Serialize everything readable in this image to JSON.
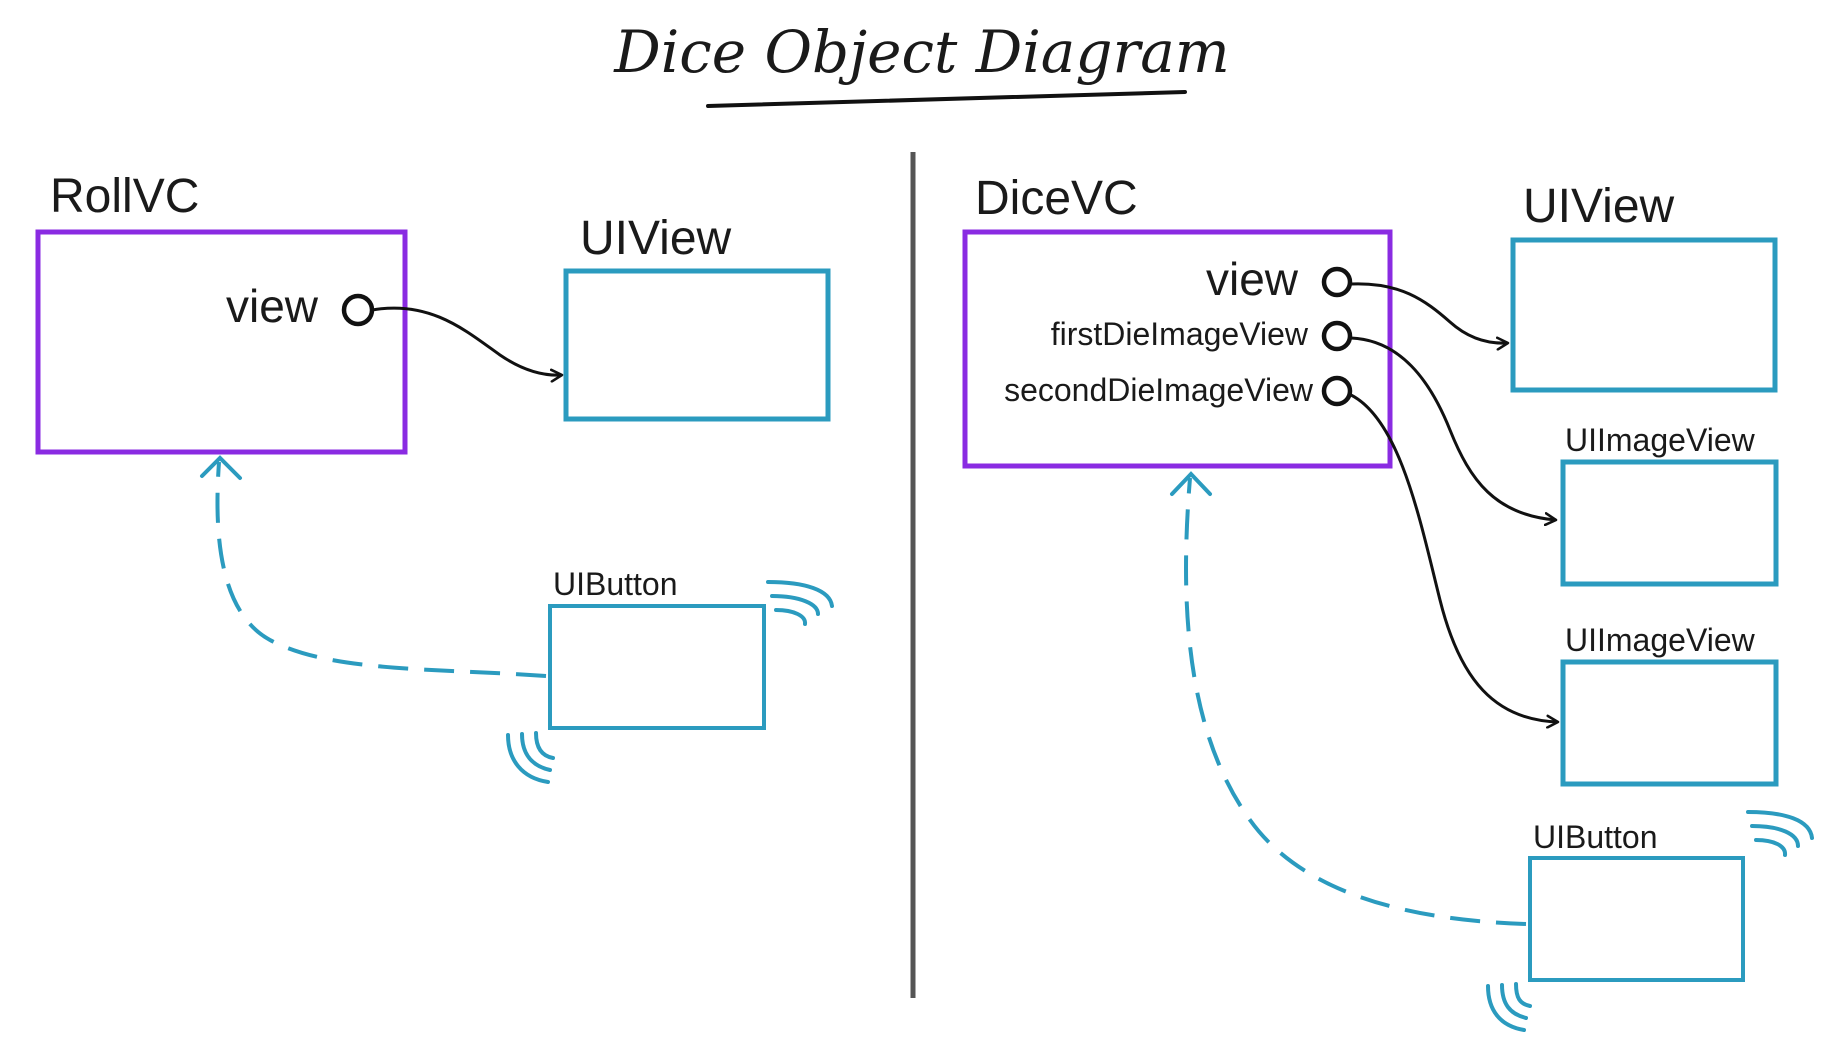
{
  "title": "Dice Object Diagram",
  "colors": {
    "controller_box": "#8a2be2",
    "view_box": "#2b9bbf",
    "arrow": "#111111",
    "divider": "#555555",
    "target_action": "#2b9bbf"
  },
  "left": {
    "controller": {
      "name": "RollVC",
      "outlets": [
        "view"
      ]
    },
    "views": [
      {
        "label": "UIView"
      },
      {
        "label": "UIButton"
      }
    ]
  },
  "right": {
    "controller": {
      "name": "DiceVC",
      "outlets": [
        "view",
        "firstDieImageView",
        "secondDieImageView"
      ]
    },
    "views": [
      {
        "label": "UIView"
      },
      {
        "label": "UIImageView"
      },
      {
        "label": "UIImageView"
      },
      {
        "label": "UIButton"
      }
    ]
  }
}
